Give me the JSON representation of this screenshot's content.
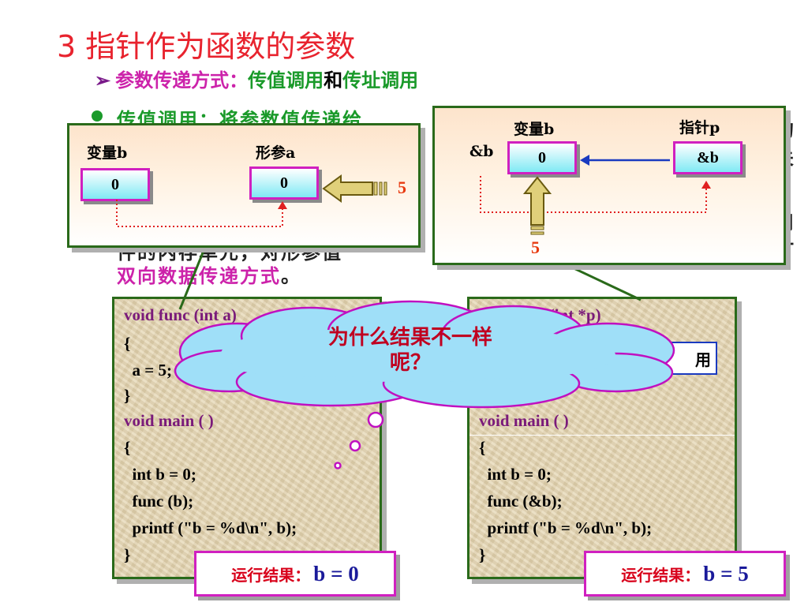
{
  "title": "3  指针作为函数的参数",
  "subtitle": {
    "arrow": "➢",
    "part1": "参数传递方式：",
    "part2": "传值调用",
    "part3": "和",
    "part4": "传址调用"
  },
  "background_text": {
    "line1": "传值调用：将参数值传递给",
    "line2": "件的内存单元，对形参值",
    "line3_mag": "双向数据传递方式",
    "line3_end": "。",
    "right_frag1": "的",
    "right_frag2": "关",
    "right_frag3": "用",
    "right_frag4": "一"
  },
  "left_popup": {
    "var_label": "变量b",
    "param_label": "形参a",
    "var_value": "0",
    "param_value": "0",
    "input_number": "5"
  },
  "right_popup": {
    "var_label": "变量b",
    "ptr_label": "指针p",
    "addr_label": "&b",
    "var_value": "0",
    "ptr_value": "&b",
    "input_number": "5"
  },
  "left_code": {
    "lines": [
      "void func (int a)",
      "{",
      "  a = 5;",
      "}",
      "void main ( )",
      "{",
      "  int b = 0;",
      "  func (b);",
      "  printf (\"b = %d\\n\", b);",
      "}"
    ],
    "result_label": "运行结果：",
    "result_value": "b = 0"
  },
  "right_code": {
    "lines": [
      "void func (int *p)",
      "{",
      "",
      "}",
      "void main ( )",
      "{",
      "  int b = 0;",
      "  func (&b);",
      "  printf (\"b = %d\\n\", b);",
      "}"
    ],
    "hidden_frag": "用",
    "result_label": "运行结果：",
    "result_value": "b = 5"
  },
  "cloud": {
    "line1": "为什么结果不一样",
    "line2": "呢？"
  },
  "colors": {
    "title": "#e8232e",
    "box_border": "#d020c0",
    "box_fill": "#7fe9f4",
    "frame": "#2a6a1a",
    "result_text": "#d8001a"
  }
}
